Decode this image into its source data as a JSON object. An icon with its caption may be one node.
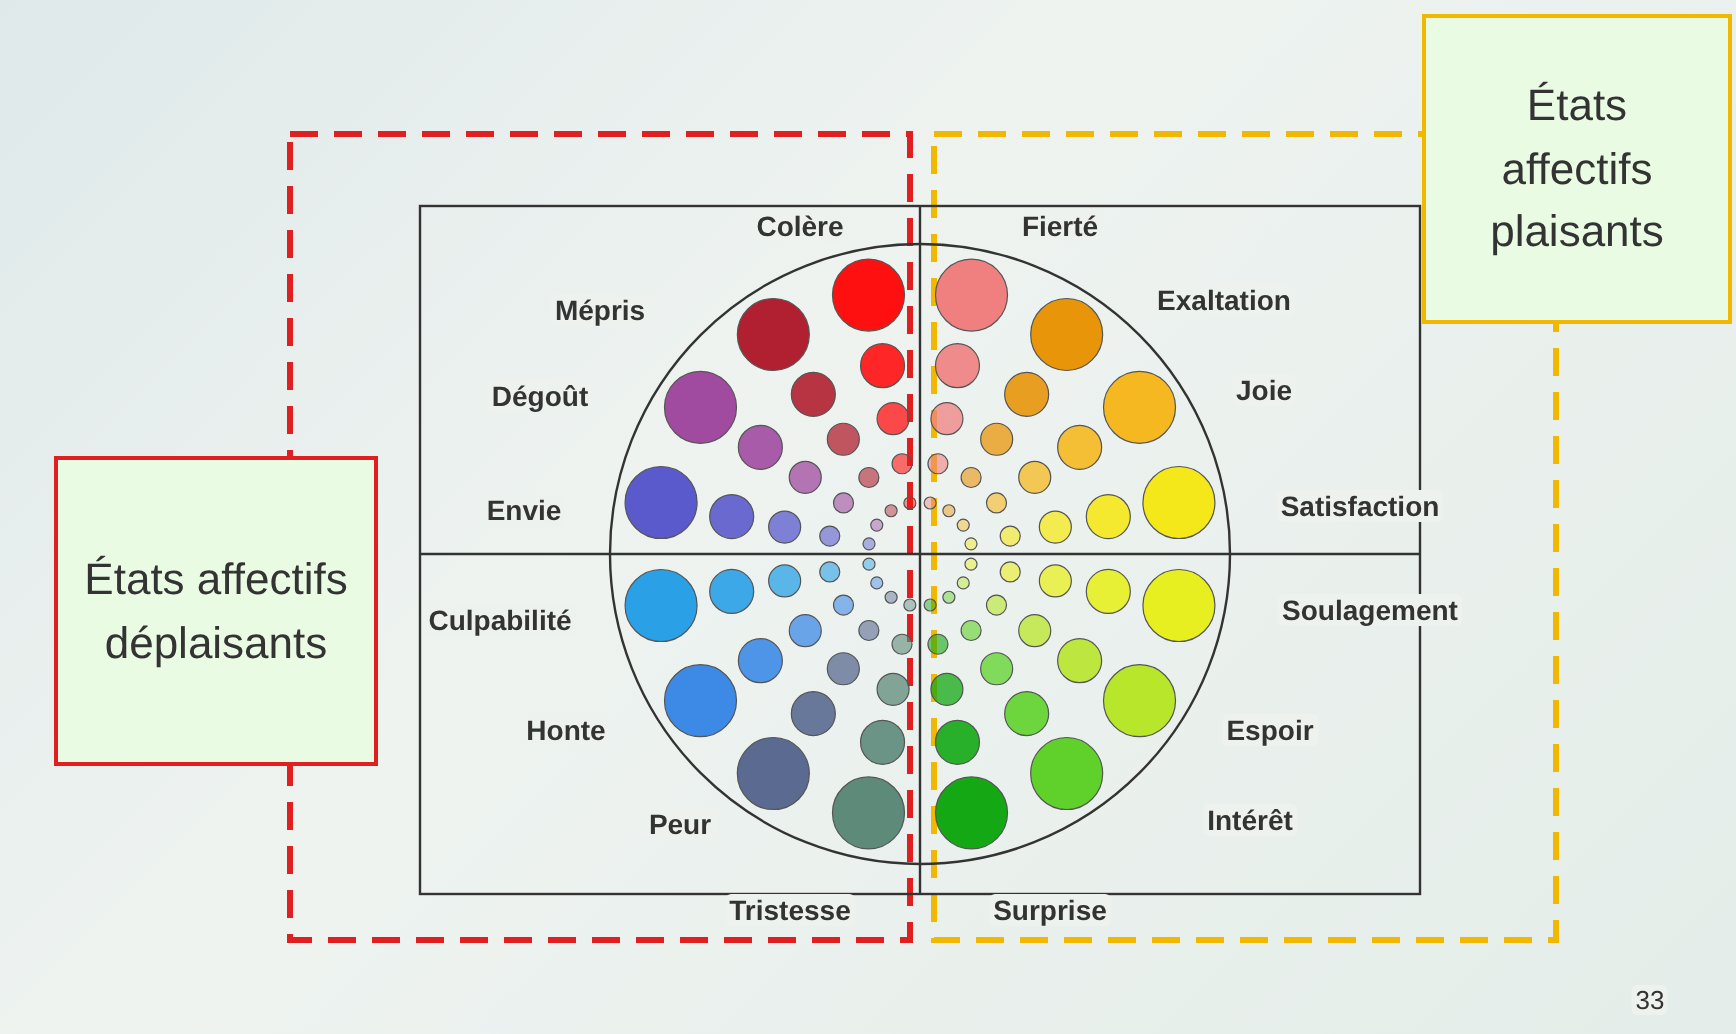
{
  "diagram": {
    "nodes": [
      {
        "text": [
          "États affectifs déplaisants"
        ]
      },
      {
        "text": [
          "États affectifs plaisants"
        ]
      }
    ],
    "edges": [],
    "labels": [
      "Colère",
      "Fierté",
      "Mépris",
      "Exaltation",
      "Dégoût",
      "Joie",
      "Envie",
      "Satisfaction",
      "Culpabilité",
      "Soulagement",
      "Honte",
      "Espoir",
      "Peur",
      "Intérêt",
      "Tristesse",
      "Surprise",
      "33"
    ]
  }
}
